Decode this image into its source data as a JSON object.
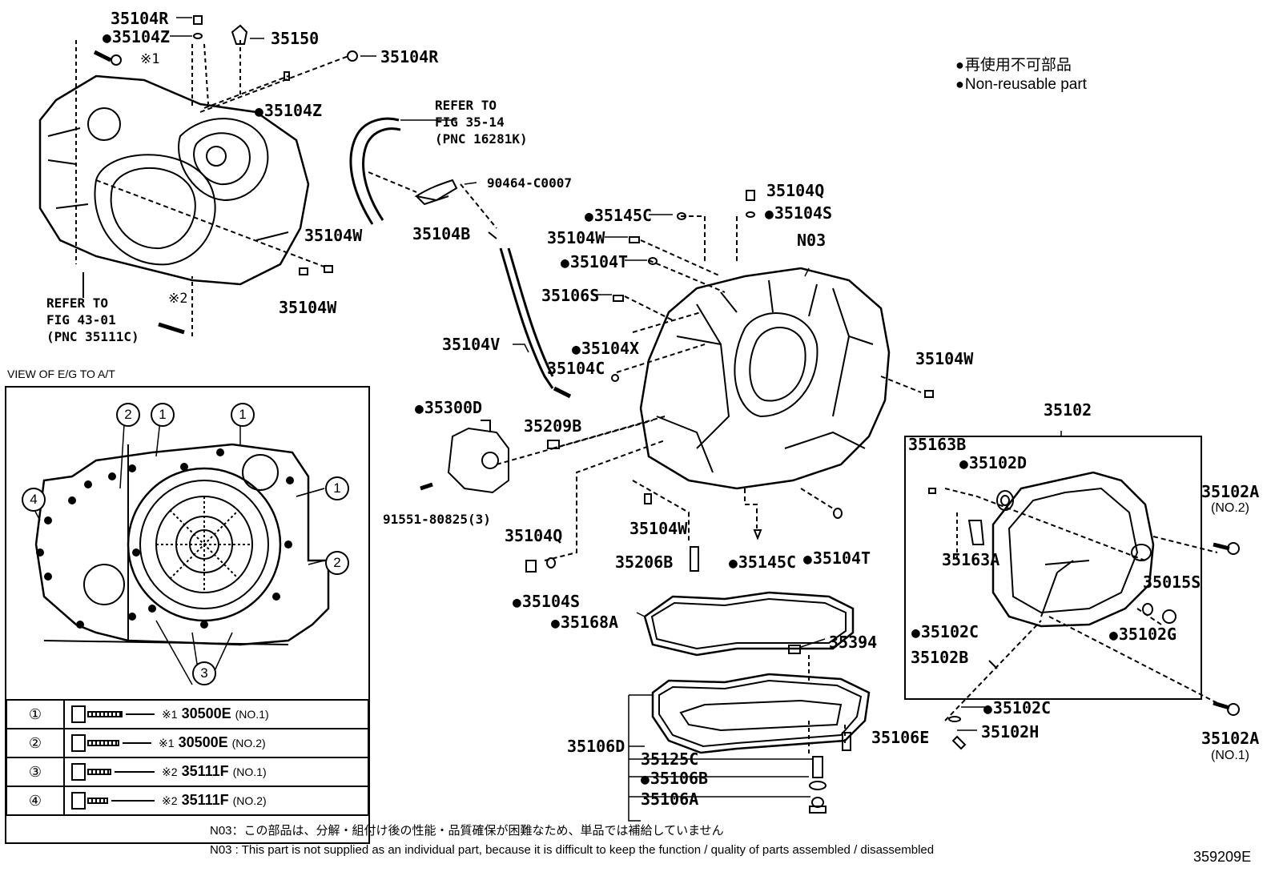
{
  "legend": {
    "jp": "再使用不可部品",
    "en": "Non-reusable part"
  },
  "refer_notes": {
    "fig35": [
      "REFER TO",
      "FIG 35-14",
      "(PNC 16281K)"
    ],
    "fig43": [
      "REFER TO",
      "FIG 43-01",
      "(PNC 35111C)"
    ]
  },
  "view_title": "VIEW OF E/G TO A/T",
  "parts": {
    "p35104R_top": "35104R",
    "p35104Z_top": "35104Z",
    "p_mark1": "※1",
    "p35150": "35150",
    "p35104R_right": "35104R",
    "p35104Z_mid": "35104Z",
    "p35104W_a": "35104W",
    "p35104W_b": "35104W",
    "p_mark2": "※2",
    "p90464": "90464-C0007",
    "p35104B": "35104B",
    "p35145C_top": "35145C",
    "p35104Q_top": "35104Q",
    "p35104S_top": "35104S",
    "pN03": "N03",
    "p35104W_c": "35104W",
    "p35104T_top": "35104T",
    "p35106S": "35106S",
    "p35104V": "35104V",
    "p35104X": "35104X",
    "p35104C": "35104C",
    "p35104W_d": "35104W",
    "p35300D": "35300D",
    "p35209B": "35209B",
    "p91551": "91551-80825(3)",
    "p35104Q_low": "35104Q",
    "p35104W_e": "35104W",
    "p35206B": "35206B",
    "p35145C_low": "35145C",
    "p35104T_low": "35104T",
    "p35104S_low": "35104S",
    "p35168A": "35168A",
    "p35394": "35394",
    "p35106D": "35106D",
    "p35106E": "35106E",
    "p35125C": "35125C",
    "p35106B": "35106B",
    "p35106A": "35106A",
    "p35102": "35102",
    "p35163B": "35163B",
    "p35102D": "35102D",
    "p35102A_no2": "35102A",
    "p35102A_no2_sub": "(NO.2)",
    "p35163A": "35163A",
    "p35015S": "35015S",
    "p35102C_a": "35102C",
    "p35102G": "35102G",
    "p35102B": "35102B",
    "p35102C_b": "35102C",
    "p35102H": "35102H",
    "p35102A_no1": "35102A",
    "p35102A_no1_sub": "(NO.1)"
  },
  "callouts": [
    "1",
    "2",
    "1",
    "1",
    "2",
    "4",
    "3"
  ],
  "bolt_table": [
    {
      "symbol": "①",
      "mark": "※1",
      "part": "30500E",
      "note": "(NO.1)"
    },
    {
      "symbol": "②",
      "mark": "※1",
      "part": "30500E",
      "note": "(NO.2)"
    },
    {
      "symbol": "③",
      "mark": "※2",
      "part": "35111F",
      "note": "(NO.1)"
    },
    {
      "symbol": "④",
      "mark": "※2",
      "part": "35111F",
      "note": "(NO.2)"
    }
  ],
  "footnotes": {
    "jp": "N03：この部品は、分解・組付け後の性能・品質確保が困難なため、単品では補給していません",
    "en": "N03 : This part is not supplied as an individual part, because it is difficult to keep the function / quality of parts assembled / disassembled"
  },
  "figure_id": "359209E"
}
